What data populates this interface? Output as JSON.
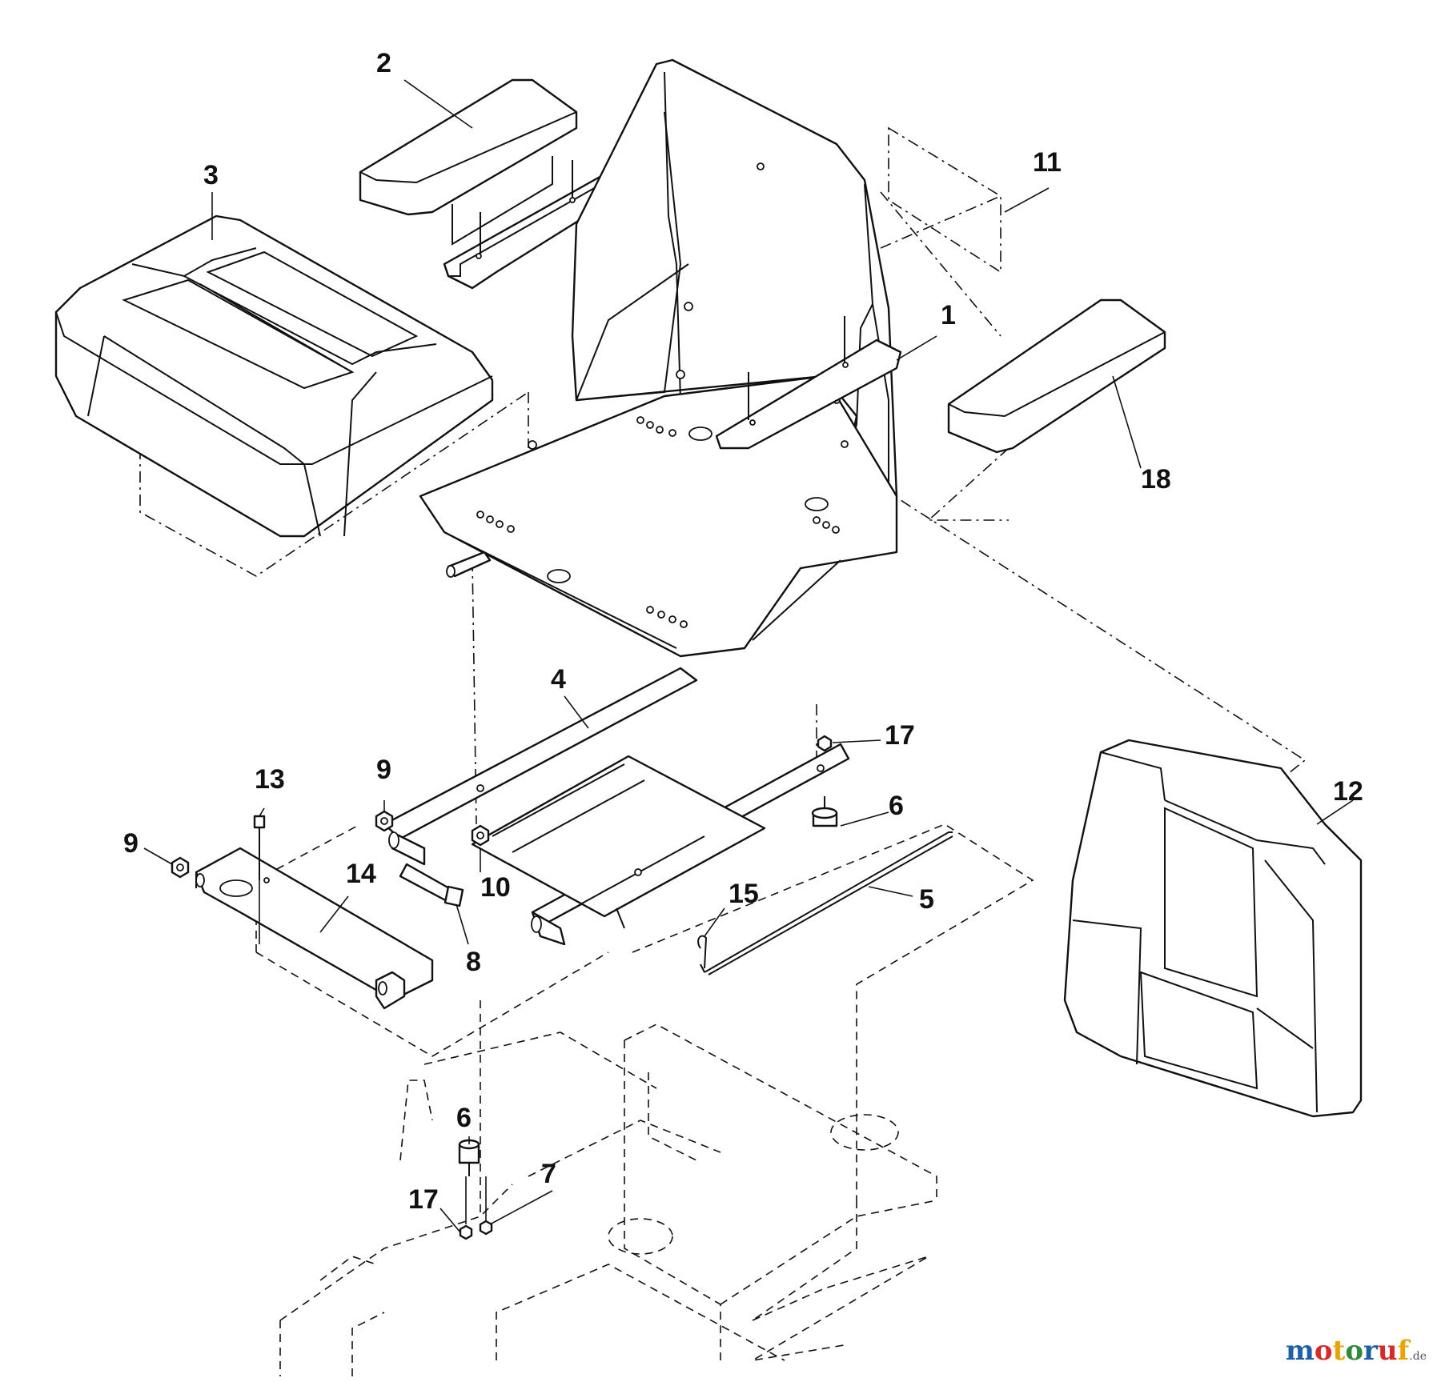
{
  "diagram": {
    "callouts": [
      {
        "id": "c1",
        "text": "1"
      },
      {
        "id": "c2",
        "text": "2"
      },
      {
        "id": "c3",
        "text": "3"
      },
      {
        "id": "c4",
        "text": "4"
      },
      {
        "id": "c5",
        "text": "5"
      },
      {
        "id": "c6a",
        "text": "6"
      },
      {
        "id": "c6b",
        "text": "6"
      },
      {
        "id": "c7",
        "text": "7"
      },
      {
        "id": "c8",
        "text": "8"
      },
      {
        "id": "c9a",
        "text": "9"
      },
      {
        "id": "c9b",
        "text": "9"
      },
      {
        "id": "c10",
        "text": "10"
      },
      {
        "id": "c11",
        "text": "11"
      },
      {
        "id": "c12",
        "text": "12"
      },
      {
        "id": "c13",
        "text": "13"
      },
      {
        "id": "c14",
        "text": "14"
      },
      {
        "id": "c15",
        "text": "15"
      },
      {
        "id": "c17a",
        "text": "17"
      },
      {
        "id": "c17b",
        "text": "17"
      },
      {
        "id": "c18",
        "text": "18"
      }
    ]
  },
  "watermark": {
    "brand": "motoruf",
    "suffix": ".de",
    "colors": [
      "#1f5fa8",
      "#d62b2b",
      "#e8a400",
      "#2e8b3a"
    ]
  }
}
